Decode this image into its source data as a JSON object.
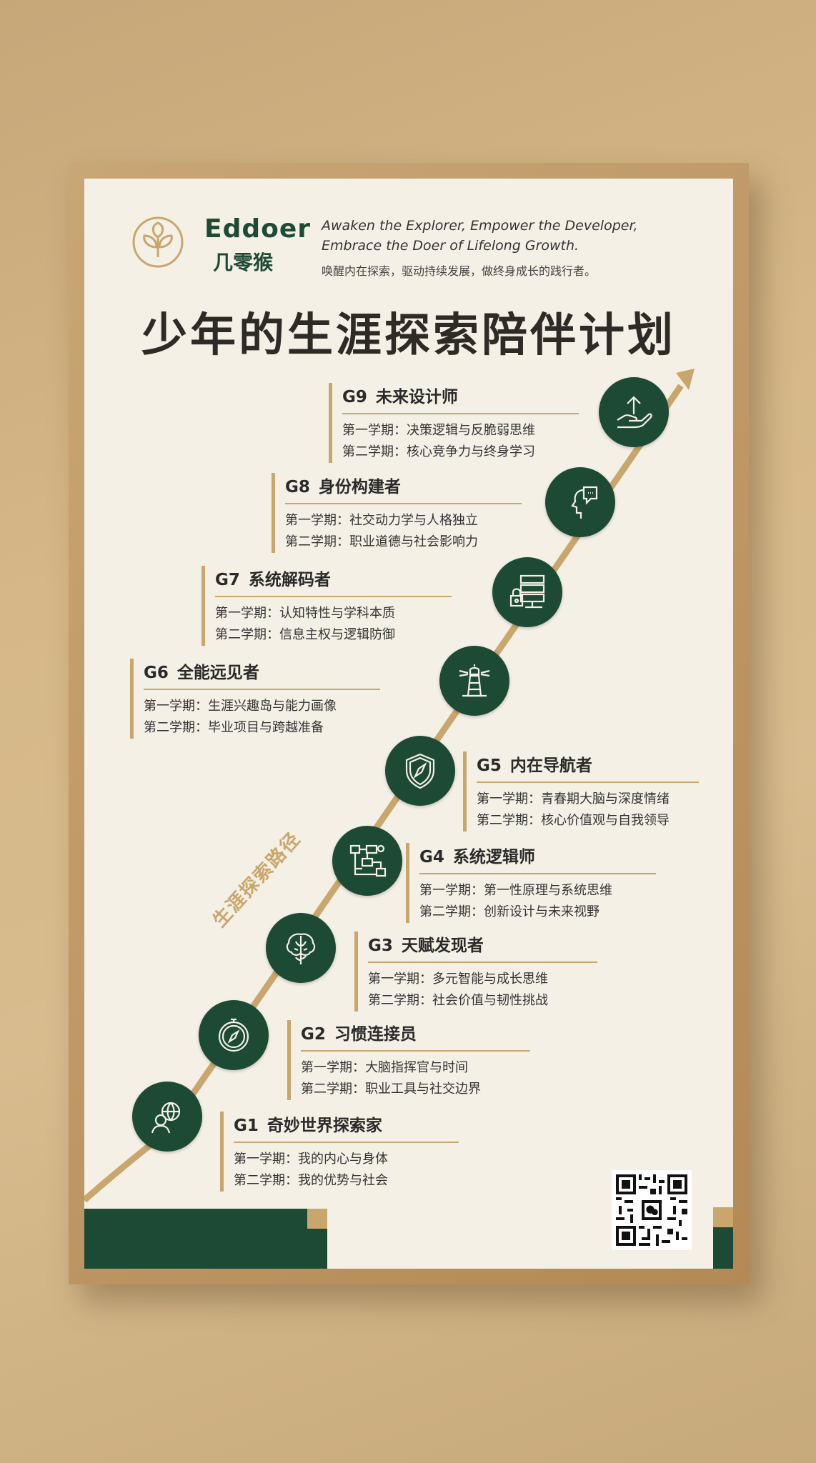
{
  "brand": {
    "name_en": "Eddoer",
    "name_cn": "几零猴",
    "slogan_en_1": "Awaken the Explorer, Empower the Developer,",
    "slogan_en_2": "Embrace the Doer of Lifelong Growth.",
    "slogan_cn": "唤醒内在探索，驱动持续发展，做终身成长的践行者。"
  },
  "title": "少年的生涯探索陪伴计划",
  "path_label": "生涯探索路径",
  "colors": {
    "green": "#1d4a35",
    "gold": "#c9a66b",
    "paper": "#f4f0e6"
  },
  "grades": [
    {
      "code": "G1",
      "name": "奇妙世界探索家",
      "term1": "第一学期：我的内心与身体",
      "term2": "第二学期：我的优势与社会",
      "icon": "child-globe-icon"
    },
    {
      "code": "G2",
      "name": "习惯连接员",
      "term1": "第一学期：大脑指挥官与时间",
      "term2": "第二学期：职业工具与社交边界",
      "icon": "compass-icon"
    },
    {
      "code": "G3",
      "name": "天赋发现者",
      "term1": "第一学期：多元智能与成长思维",
      "term2": "第二学期：社会价值与韧性挑战",
      "icon": "brain-tree-icon"
    },
    {
      "code": "G4",
      "name": "系统逻辑师",
      "term1": "第一学期：第一性原理与系统思维",
      "term2": "第二学期：创新设计与未来视野",
      "icon": "flowchart-icon"
    },
    {
      "code": "G5",
      "name": "内在导航者",
      "term1": "第一学期：青春期大脑与深度情绪",
      "term2": "第二学期：核心价值观与自我领导",
      "icon": "shield-compass-icon"
    },
    {
      "code": "G6",
      "name": "全能远见者",
      "term1": "第一学期：生涯兴趣岛与能力画像",
      "term2": "第二学期：毕业项目与跨越准备",
      "icon": "lighthouse-icon"
    },
    {
      "code": "G7",
      "name": "系统解码者",
      "term1": "第一学期：认知特性与学科本质",
      "term2": "第二学期：信息主权与逻辑防御",
      "icon": "server-lock-icon"
    },
    {
      "code": "G8",
      "name": "身份构建者",
      "term1": "第一学期：社交动力学与人格独立",
      "term2": "第二学期：职业道德与社会影响力",
      "icon": "head-speech-icon"
    },
    {
      "code": "G9",
      "name": "未来设计师",
      "term1": "第一学期：决策逻辑与反脆弱思维",
      "term2": "第二学期：核心竞争力与终身学习",
      "icon": "hand-arrow-icon"
    }
  ]
}
